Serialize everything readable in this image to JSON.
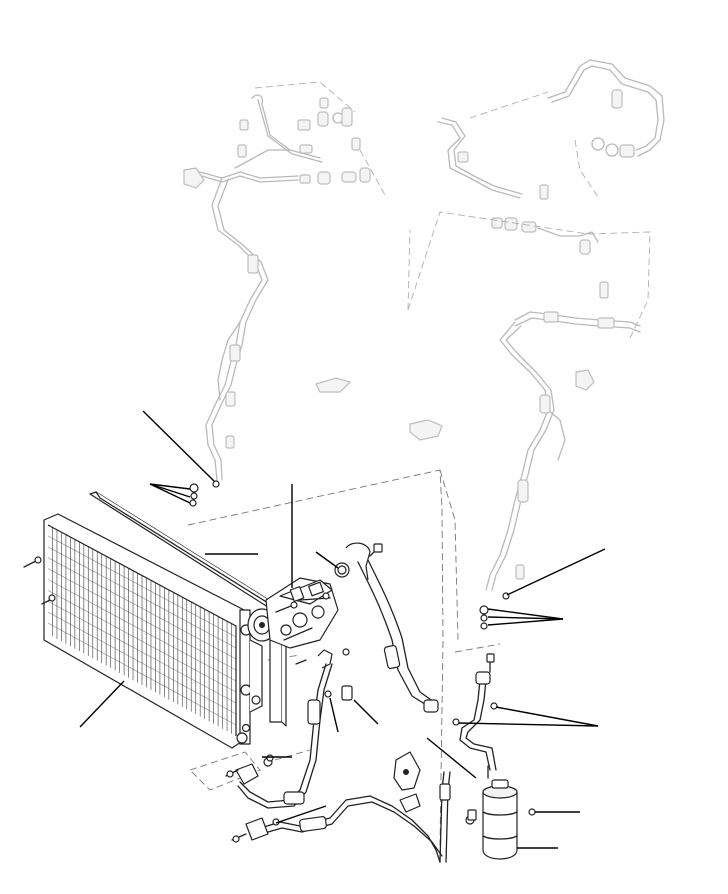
{
  "diagram": {
    "components": [
      {
        "id": "condenser",
        "icon": "condenser-grid"
      },
      {
        "id": "compressor",
        "icon": "compressor-body"
      },
      {
        "id": "receiver-drier",
        "icon": "canister"
      },
      {
        "id": "suction-hose",
        "icon": "hose"
      },
      {
        "id": "discharge-hose",
        "icon": "hose"
      },
      {
        "id": "liquid-line",
        "icon": "pipe"
      },
      {
        "id": "seal-rail",
        "icon": "strip"
      },
      {
        "id": "evaporator-lines-left",
        "icon": "ghost-pipes"
      },
      {
        "id": "evaporator-lines-right",
        "icon": "ghost-pipes"
      }
    ],
    "callout_count": 16
  }
}
